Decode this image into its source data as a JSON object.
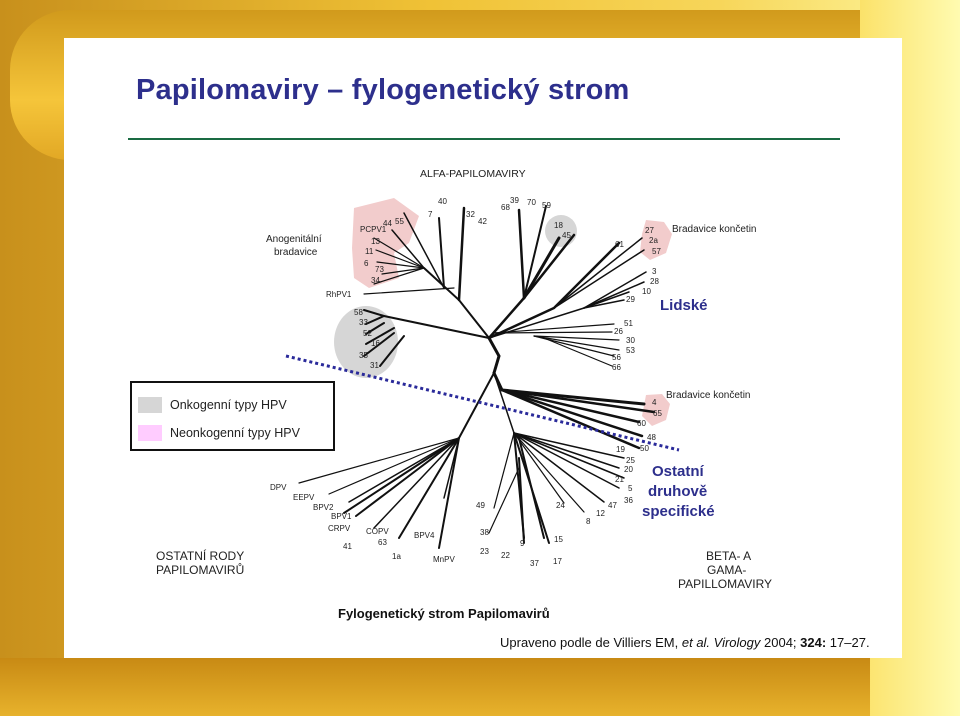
{
  "slide": {
    "title": "Papilomaviry – fylogenetický strom",
    "caption": "Fylogenetický strom Papilomavirů",
    "reference": {
      "prefix": "Upraveno podle de Villiers EM, ",
      "etal": "et al.",
      "journal": " Virology",
      "year": " 2004; ",
      "volume": "324:",
      "pages": " 17–27."
    }
  },
  "tree": {
    "group_labels": {
      "alpha": "ALFA-PAPILOMAVIRY",
      "anogenital_line1": "Anogenitální",
      "anogenital_line2": "bradavice",
      "warts_top": "Bradavice končetin",
      "warts_mid": "Bradavice končetin",
      "human": "Lidské",
      "species_line1": "Ostatní",
      "species_line2": "druhově",
      "species_line3": "specifické",
      "other_line1": "OSTATNÍ RODY",
      "other_line2": "PAPILOMAVIRŮ",
      "betagamma_line1": "BETA- A",
      "betagamma_line2": "GAMA-",
      "betagamma_line3": "PAPILLOMAVIRY"
    },
    "leaf_labels": [
      "40",
      "7",
      "32",
      "42",
      "39",
      "68",
      "70",
      "59",
      "18",
      "45",
      "27",
      "2a",
      "57",
      "61",
      "3",
      "28",
      "10",
      "29",
      "51",
      "26",
      "30",
      "53",
      "56",
      "66",
      "PCPV1",
      "44",
      "55",
      "13",
      "11",
      "6",
      "73",
      "34",
      "RhPV1",
      "58",
      "33",
      "52",
      "16",
      "35",
      "31",
      "4",
      "65",
      "60",
      "48",
      "50",
      "19",
      "25",
      "20",
      "21",
      "5",
      "36",
      "47",
      "12",
      "8",
      "24",
      "49",
      "38",
      "23",
      "22",
      "9",
      "15",
      "37",
      "17",
      "DPV",
      "EEPV",
      "BPV2",
      "BPV1",
      "CRPV",
      "COPV",
      "41",
      "63",
      "BPV4",
      "1a",
      "MnPV"
    ],
    "colors": {
      "oncogenic_blob": "#d6d6d6",
      "non_oncogenic_blob": "#f2cccc",
      "separator": "#2a2a9a",
      "highlight_text": "#2d2f8c"
    }
  },
  "legend": {
    "items": [
      {
        "label": "Onkogenní typy HPV",
        "color": "#d6d6d6"
      },
      {
        "label": "Neonkogenní typy HPV",
        "color": "#ffccff"
      }
    ]
  },
  "icons": [
    "phylogenetic-tree-diagram"
  ]
}
